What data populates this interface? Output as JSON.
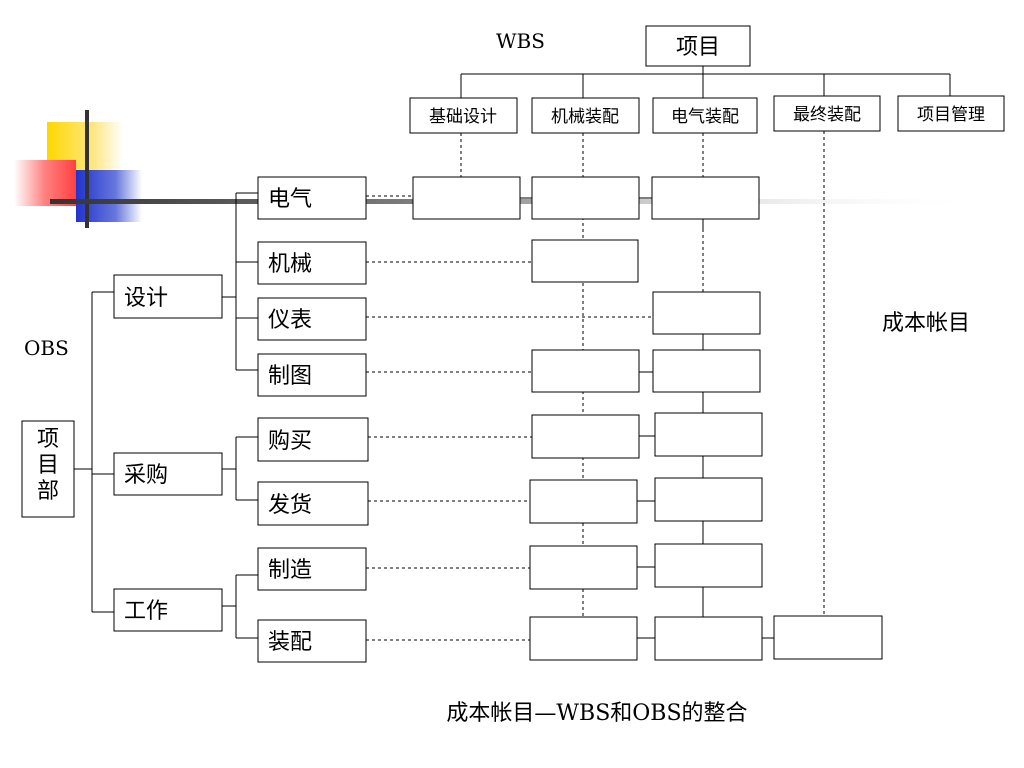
{
  "wbs_label": "WBS",
  "obs_label": "OBS",
  "cost_account_label": "成本帐目",
  "caption": "成本帐目—WBS和OBS的整合",
  "wbs": {
    "root": "项目",
    "children": [
      "基础设计",
      "机械装配",
      "电气装配",
      "最终装配",
      "项目管理"
    ]
  },
  "obs": {
    "root": "项目部",
    "groups": [
      {
        "label": "设计",
        "items": [
          "电气",
          "机械",
          "仪表",
          "制图"
        ]
      },
      {
        "label": "采购",
        "items": [
          "购买",
          "发货"
        ]
      },
      {
        "label": "工作",
        "items": [
          "制造",
          "装配"
        ]
      }
    ]
  },
  "colors": {
    "deco_yellow": "#FFD700",
    "deco_red": "#FF5555",
    "deco_blue": "#2233CC",
    "line": "#000000"
  }
}
